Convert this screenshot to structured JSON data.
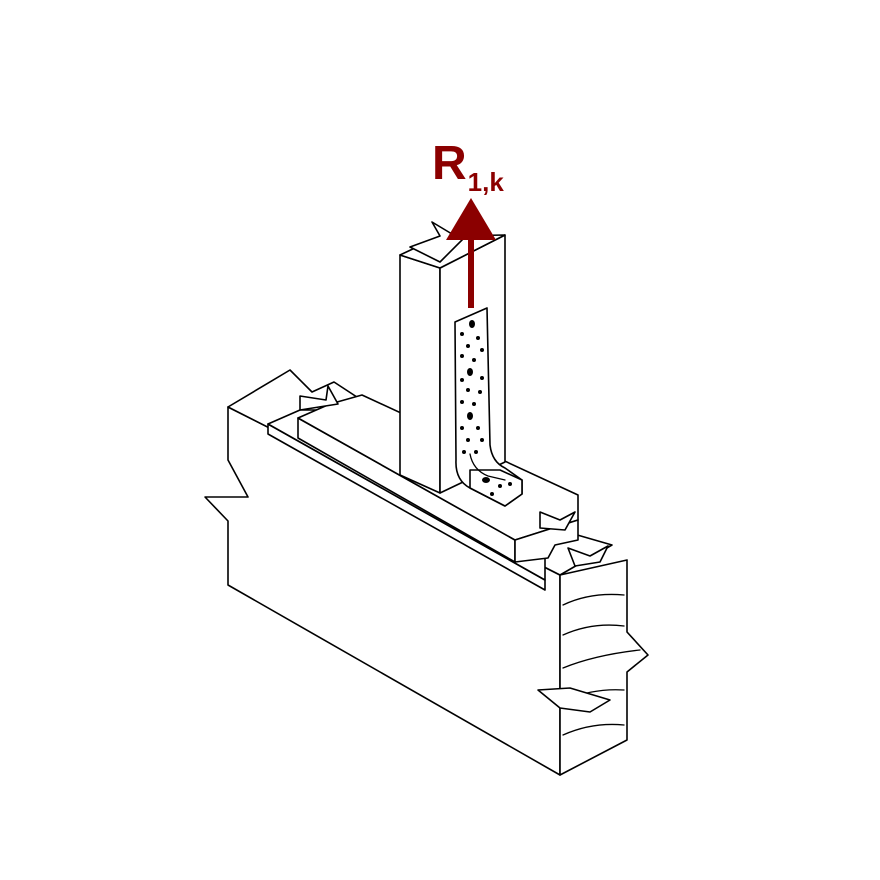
{
  "force": {
    "symbol": "R",
    "subscript": "1,k",
    "color": "#8b0000"
  },
  "parts": {
    "bottom_beam": "timber-beam",
    "sole_plate": "timber-plate",
    "post": "timber-post",
    "connector": "angle-bracket"
  }
}
